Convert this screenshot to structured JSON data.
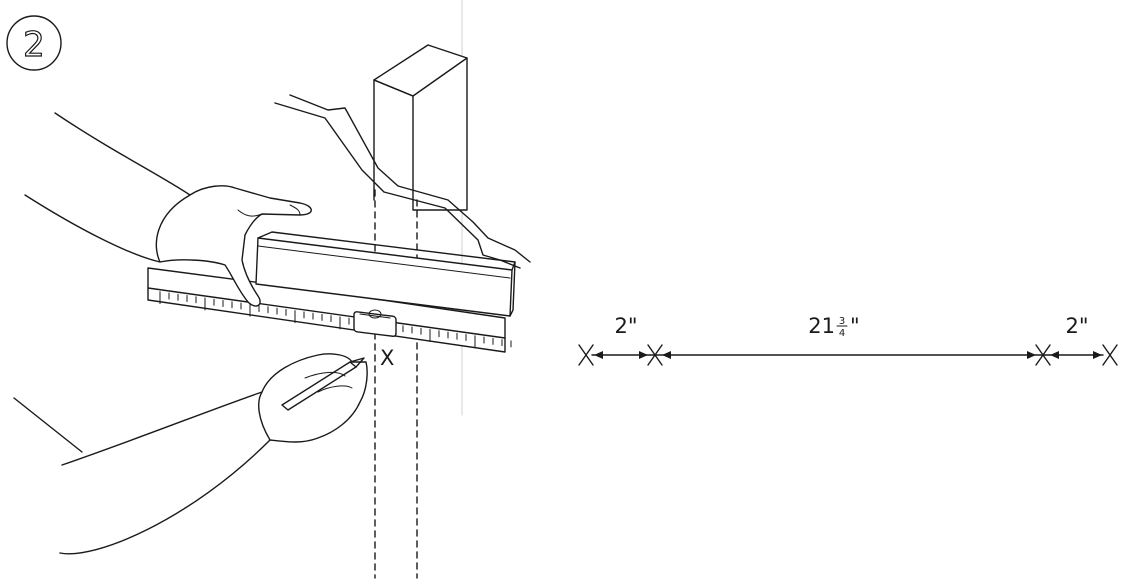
{
  "step": {
    "number": "2"
  },
  "mark": {
    "symbol": "X"
  },
  "dimensions": {
    "left_gap": "2\"",
    "center_whole": "21",
    "center_frac_num": "3",
    "center_frac_den": "4",
    "center_suffix": "\"",
    "right_gap": "2\""
  },
  "colors": {
    "ink": "#1a1a1a",
    "background": "#ffffff"
  }
}
